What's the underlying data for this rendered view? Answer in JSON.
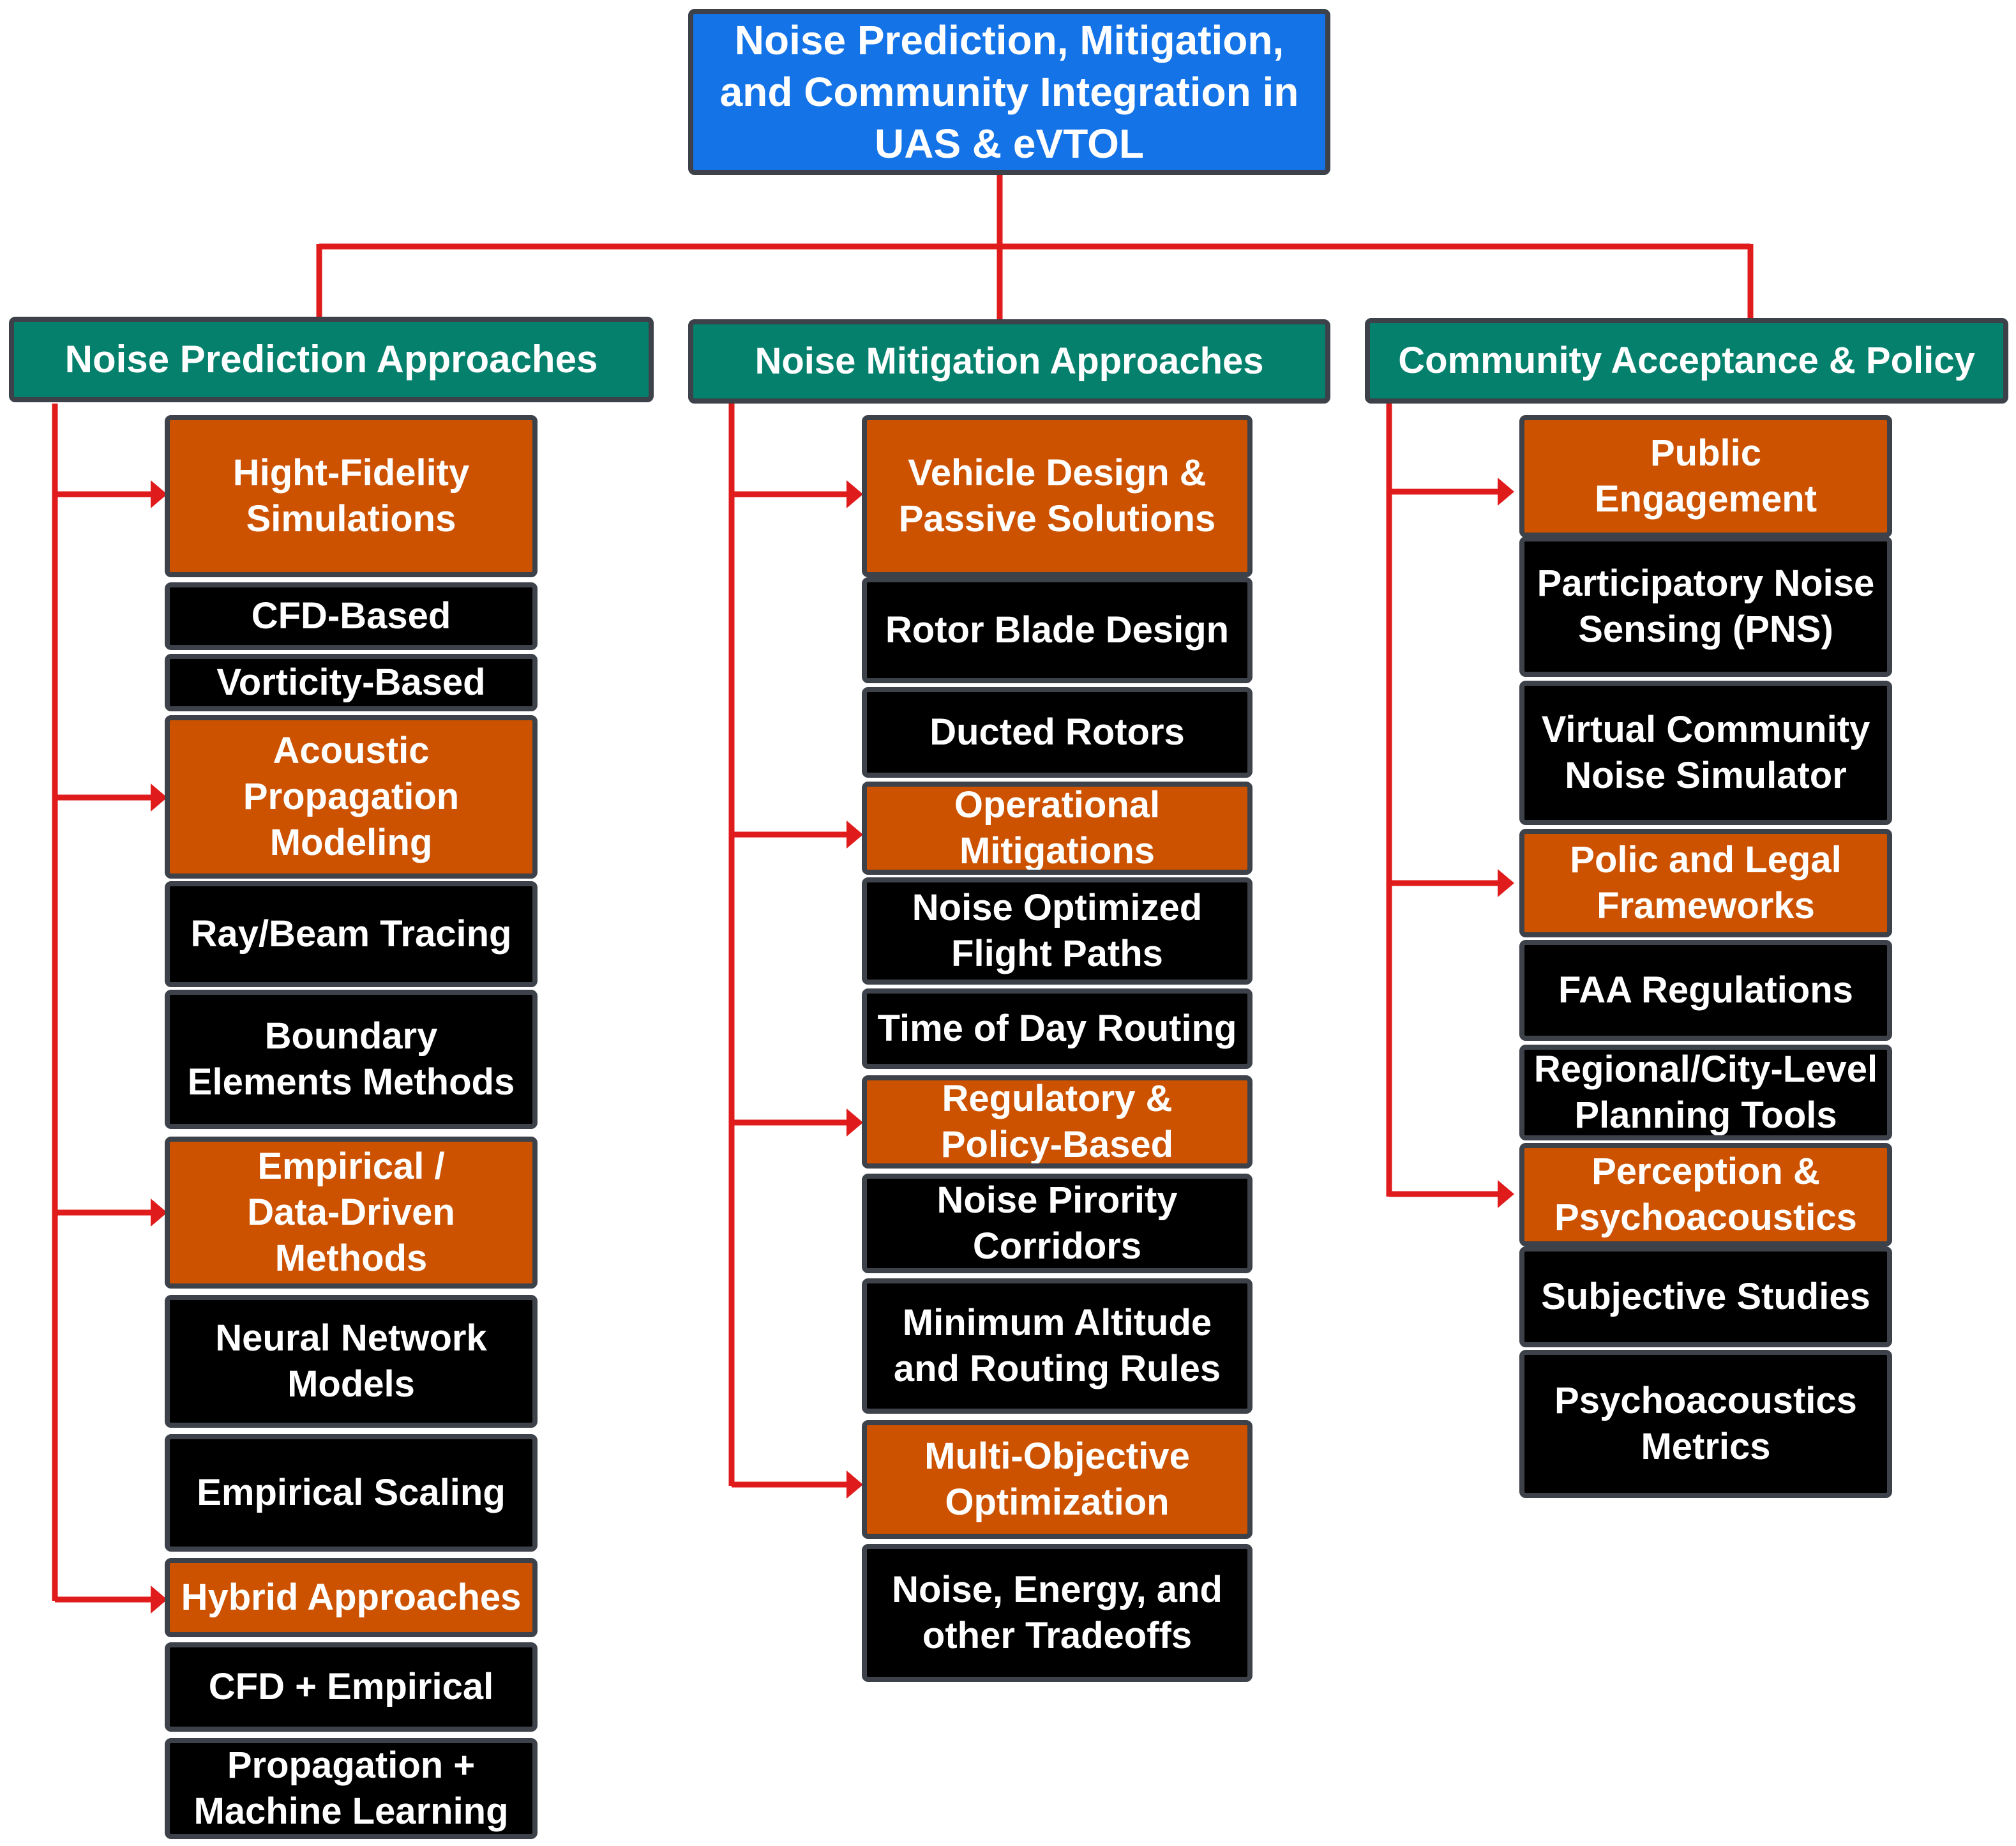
{
  "colors": {
    "root": "#1473e6",
    "category": "#05806c",
    "subcategory": "#cc5200",
    "leaf": "#000000",
    "border": "#3d4149",
    "connector": "#e01b1b"
  },
  "root": {
    "title": "Noise Prediction, Mitigation,\nand Community Integration in\nUAS & eVTOL"
  },
  "columns": [
    {
      "title": "Noise Prediction Approaches",
      "groups": [
        {
          "label": "Hight-Fidelity\nSimulations",
          "items": [
            "CFD-Based",
            "Vorticity-Based"
          ]
        },
        {
          "label": "Acoustic\nPropagation\nModeling",
          "items": [
            "Ray/Beam Tracing",
            "Boundary\nElements Methods"
          ]
        },
        {
          "label": "Empirical /\nData-Driven\nMethods",
          "items": [
            "Neural Network\nModels",
            "Empirical Scaling"
          ]
        },
        {
          "label": "Hybrid Approaches",
          "items": [
            "CFD + Empirical",
            "Propagation +\nMachine Learning"
          ]
        }
      ]
    },
    {
      "title": "Noise Mitigation Approaches",
      "groups": [
        {
          "label": "Vehicle Design &\nPassive Solutions",
          "items": [
            "Rotor Blade Design",
            "Ducted Rotors"
          ]
        },
        {
          "label": "Operational\nMitigations",
          "items": [
            "Noise Optimized\nFlight Paths",
            "Time of Day Routing"
          ]
        },
        {
          "label": "Regulatory &\nPolicy-Based",
          "items": [
            "Noise Pirority\nCorridors",
            "Minimum Altitude\nand Routing Rules"
          ]
        },
        {
          "label": "Multi-Objective\nOptimization",
          "items": [
            "Noise, Energy, and\nother Tradeoffs"
          ]
        }
      ]
    },
    {
      "title": "Community Acceptance & Policy",
      "groups": [
        {
          "label": "Public\nEngagement",
          "items": [
            "Participatory Noise\nSensing (PNS)",
            "Virtual Community\nNoise Simulator"
          ]
        },
        {
          "label": "Polic and Legal\nFrameworks",
          "items": [
            "FAA Regulations",
            "Regional/City-Level\nPlanning Tools"
          ]
        },
        {
          "label": "Perception &\nPsychoacoustics",
          "items": [
            "Subjective Studies",
            "Psychoacoustics\nMetrics"
          ]
        }
      ]
    }
  ]
}
